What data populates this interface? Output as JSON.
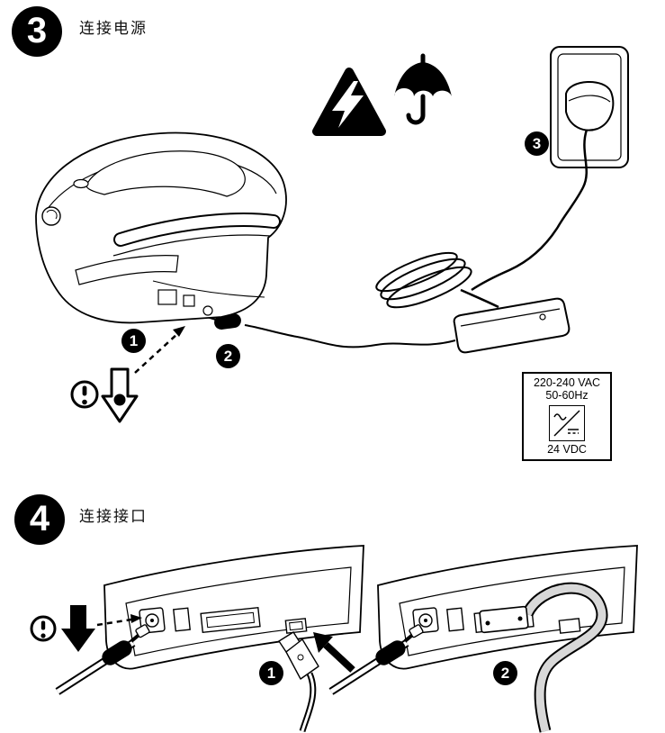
{
  "document": {
    "type": "printer-quick-start-guide-page",
    "language": "zh-CN",
    "background_color": "#ffffff",
    "ink_color": "#000000",
    "cable_gray": "#d8d8d8"
  },
  "steps": {
    "step3": {
      "number": "3",
      "title": "连接电源",
      "callouts": {
        "c1": "1",
        "c2": "2",
        "c3": "3"
      },
      "spec_label": {
        "voltage": "220-240 VAC",
        "frequency": "50-60Hz",
        "output": "24 VDC"
      },
      "warning_icons": [
        "high-voltage-triangle",
        "keep-dry-umbrella",
        "attention-exclamation",
        "press-down-arrow"
      ]
    },
    "step4": {
      "number": "4",
      "title": "连接接口",
      "callouts": {
        "c1": "1",
        "c2": "2"
      },
      "warning_icons": [
        "attention-exclamation",
        "press-down-arrow"
      ]
    }
  },
  "icons": {
    "high_voltage": "lightning-bolt-in-triangle",
    "keep_dry": "umbrella",
    "attention": "exclamation-in-circle",
    "press_direction": "down-arrow",
    "ac_dc_adapter_symbol": "sine-over-dc-lines-in-square"
  }
}
